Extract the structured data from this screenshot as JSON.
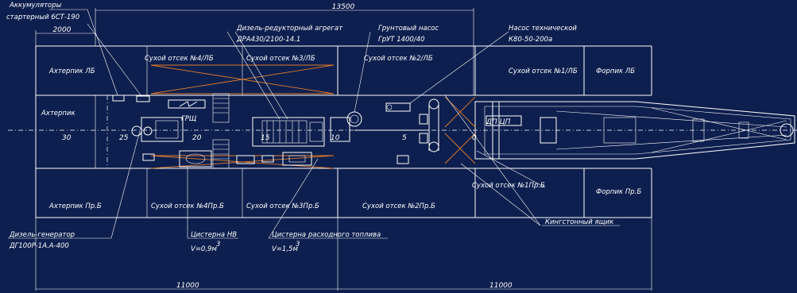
{
  "title": "",
  "labels": {
    "accumulators_1": "Аккумуляторы",
    "accumulators_2": "стартерный 6СТ-190",
    "dim_2000": "2000",
    "dim_13500": "13500",
    "diesel_gear_1": "Дизель-редукторный агрегат",
    "diesel_gear_2": "ДРА430/2100-14.1",
    "ground_pump_1": "Грунтовый насос",
    "ground_pump_2": "ГрУТ 1400/40",
    "tech_pump_1": "Насос технической",
    "tech_pump_2": "К80-50-200а",
    "aft_peak_lb": "Ахтерпик ЛБ",
    "dry4_lb": "Сухой отсек №4/ЛБ",
    "dry3_lb": "Сухой отсек №3/ЛБ",
    "dry2_lb": "Сухой отсек №2/ЛБ",
    "dry1_lb": "Сухой отсек №1/ЛБ",
    "fore_peak_lb": "Форпик ЛБ",
    "aft_peak": "Ахтерпик",
    "grsh": "ГРЩ",
    "dp_cp": "ДП ЦП",
    "frame_30": "30",
    "frame_25": "25",
    "frame_20": "20",
    "frame_15": "15",
    "frame_10": "10",
    "frame_5": "5",
    "frame_0": "0",
    "dry1_pb": "Сухой отсек №1Пр.Б",
    "fore_peak_pb": "Форпик Пр.Б",
    "aft_peak_pb": "Ахтерпик Пр.Б",
    "dry4_pb": "Сухой отсек №4Пр.Б",
    "dry3_pb": "Сухой отсек №3Пр.Б",
    "dry2_pb": "Сухой отсек №2Пр.Б",
    "kingston": "Кингстонный ящик",
    "diesel_gen_1": "Дизель-генератор",
    "diesel_gen_2": "ДГ100Р-1А.А-400",
    "tank_nv_1": "Цистерна НВ",
    "tank_nv_2": "V=0,9м",
    "tank_fuel_1": "Цистерна расходного топлива",
    "tank_fuel_2": "V=1,5м",
    "sup3": "3",
    "dim_11000_left": "11000",
    "dim_11000_right": "11000"
  },
  "colors": {
    "background": "#0d1f4e",
    "lines": "#ffffff",
    "crossings": "#e07a2c"
  }
}
